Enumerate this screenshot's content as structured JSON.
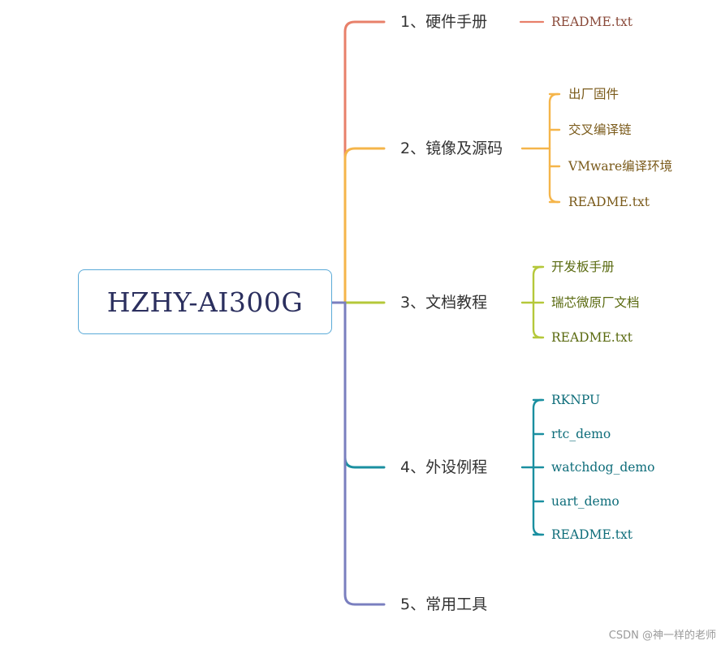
{
  "root": {
    "label": "HZHY-AI300G"
  },
  "branches": [
    {
      "label": "1、硬件手册",
      "color": "#e8806a",
      "children": [
        "README.txt"
      ]
    },
    {
      "label": "2、镜像及源码",
      "color": "#f5b54a",
      "children": [
        "出厂固件",
        "交叉编译链",
        "VMware编译环境",
        "README.txt"
      ]
    },
    {
      "label": "3、文档教程",
      "color": "#b5c83a",
      "children": [
        "开发板手册",
        "瑞芯微原厂文档",
        "README.txt"
      ]
    },
    {
      "label": "4、外设例程",
      "color": "#1a8fa0",
      "children": [
        "RKNPU",
        "rtc_demo",
        "watchdog_demo",
        "uart_demo",
        "README.txt"
      ]
    },
    {
      "label": "5、常用工具",
      "color": "#7a7fbf",
      "children": []
    }
  ],
  "colors": {
    "root_border": "#5aaad8",
    "root_text": "#2b2f5e",
    "leaf_text_1": "#8a4a3a",
    "leaf_text_2": "#7a5a1a",
    "leaf_text_3": "#5a6a10",
    "leaf_text_4": "#0e6d7a"
  },
  "watermark": "CSDN @神一样的老师"
}
